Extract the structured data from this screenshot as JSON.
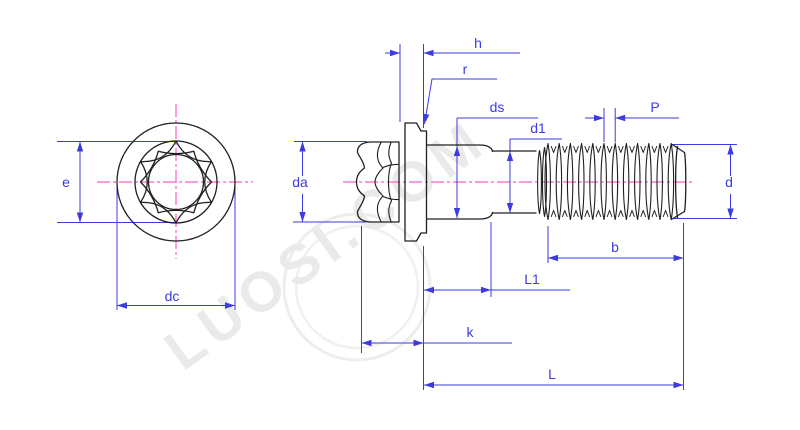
{
  "drawing": {
    "watermark_text": "LUOSI.COM",
    "colors": {
      "outline": "#202020",
      "dimension": "#3b3be0",
      "centerline": "#ff5ec8",
      "watermark": "#eaeaea"
    },
    "end_view": {
      "labels": {
        "e": "e",
        "dc": "dc"
      }
    },
    "side_view": {
      "labels": {
        "h": "h",
        "r": "r",
        "ds": "ds",
        "d1": "d1",
        "P": "P",
        "d": "d",
        "da": "da",
        "b": "b",
        "L1": "L1",
        "k": "k",
        "L": "L"
      }
    }
  }
}
